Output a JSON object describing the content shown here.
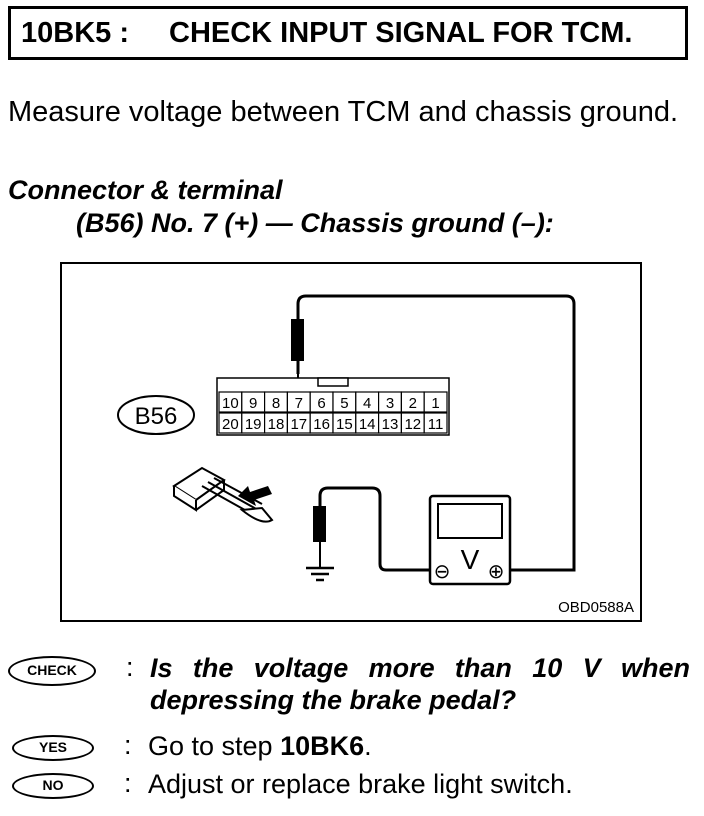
{
  "header": {
    "code": "10BK5 :",
    "title": "CHECK INPUT SIGNAL FOR TCM."
  },
  "intro": "Measure voltage between TCM and chassis ground.",
  "connector": {
    "heading": "Connector & terminal",
    "detail": "(B56) No. 7 (+) — Chassis ground (–):"
  },
  "figure": {
    "connector_label": "B56",
    "pins_top": [
      "10",
      "9",
      "8",
      "7",
      "6",
      "5",
      "4",
      "3",
      "2",
      "1"
    ],
    "pins_bottom": [
      "20",
      "19",
      "18",
      "17",
      "16",
      "15",
      "14",
      "13",
      "12",
      "11"
    ],
    "meter_unit": "V",
    "minus_sign": "⊖",
    "plus_sign": "⊕",
    "figure_code": "OBD0588A"
  },
  "check": {
    "badge": "CHECK",
    "colon": ":",
    "question": "Is the voltage more than 10 V when depressing the brake pedal?"
  },
  "yes": {
    "badge": "YES",
    "colon": ":",
    "text_prefix": "Go to step ",
    "step": "10BK6",
    "text_suffix": "."
  },
  "no": {
    "badge": "NO",
    "colon": ":",
    "text": "Adjust or replace brake light switch."
  }
}
